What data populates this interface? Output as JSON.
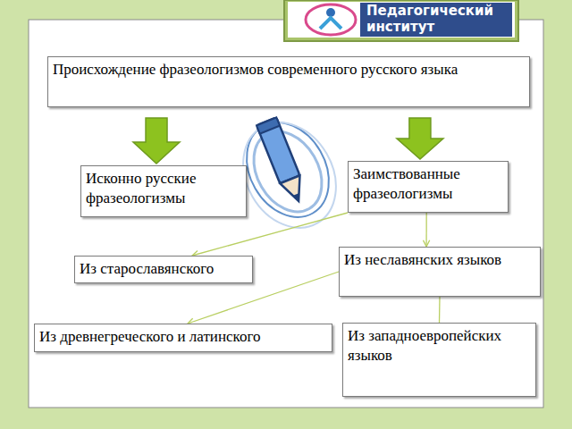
{
  "diagram": {
    "nodes": [
      {
        "text": [
          "Происхождение фразеологизмов современного русского языка"
        ]
      },
      {
        "text": [
          "Исконно русские фразеологизмы"
        ]
      },
      {
        "text": [
          "Заимствованные фразеологизмы"
        ]
      },
      {
        "text": [
          "Из старославянского"
        ]
      },
      {
        "text": [
          "Из неславянских языков"
        ]
      },
      {
        "text": [
          "Из древнегреческого и латинского"
        ]
      },
      {
        "text": [
          "Из западноевропейских языков"
        ]
      }
    ],
    "edges": [
      {
        "from": 0,
        "to": 1,
        "arrow": "to"
      },
      {
        "from": 0,
        "to": 2,
        "arrow": "to"
      },
      {
        "from": 2,
        "to": 3,
        "arrow": "to"
      },
      {
        "from": 2,
        "to": 4,
        "arrow": "to"
      },
      {
        "from": 4,
        "to": 5,
        "arrow": "to"
      },
      {
        "from": 4,
        "to": 6,
        "arrow": "none"
      }
    ],
    "labels": [
      "Педагогический институт"
    ]
  }
}
